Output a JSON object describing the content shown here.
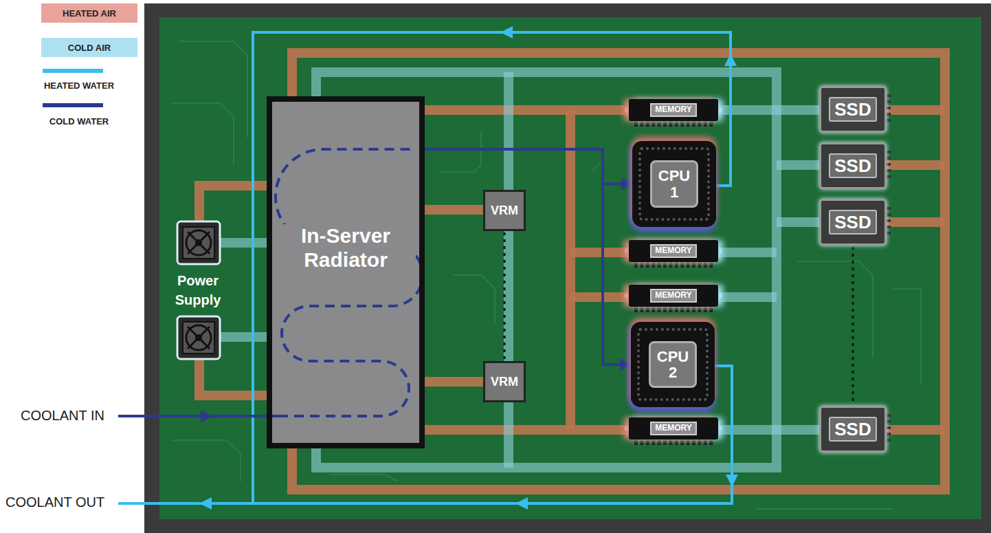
{
  "diagram": {
    "nodes": [
      {
        "text": [
          "In-Server Radiator"
        ]
      },
      {
        "text": [
          "Power Supply"
        ]
      },
      {
        "text": [
          "VRM"
        ]
      },
      {
        "text": [
          "VRM"
        ]
      },
      {
        "text": [
          "MEMORY"
        ]
      },
      {
        "text": [
          "CPU 1"
        ]
      },
      {
        "text": [
          "MEMORY"
        ]
      },
      {
        "text": [
          "MEMORY"
        ]
      },
      {
        "text": [
          "CPU 2"
        ]
      },
      {
        "text": [
          "MEMORY"
        ]
      },
      {
        "text": [
          "SSD"
        ]
      },
      {
        "text": [
          "SSD"
        ]
      },
      {
        "text": [
          "SSD"
        ]
      },
      {
        "text": [
          "SSD"
        ]
      }
    ],
    "edges": [
      {
        "from": 0,
        "to": 5,
        "arrow": "to"
      },
      {
        "from": 0,
        "to": 8,
        "arrow": "to"
      }
    ],
    "labels": [
      "COOLANT IN",
      "COOLANT OUT"
    ],
    "legend": [
      {
        "text": "HEATED AIR",
        "color": "#e8a39a"
      },
      {
        "text": "COLD AIR",
        "color": "#aee0f2"
      },
      {
        "text": "HEATED WATER"
      },
      {
        "text": "COLD WATER"
      }
    ]
  }
}
